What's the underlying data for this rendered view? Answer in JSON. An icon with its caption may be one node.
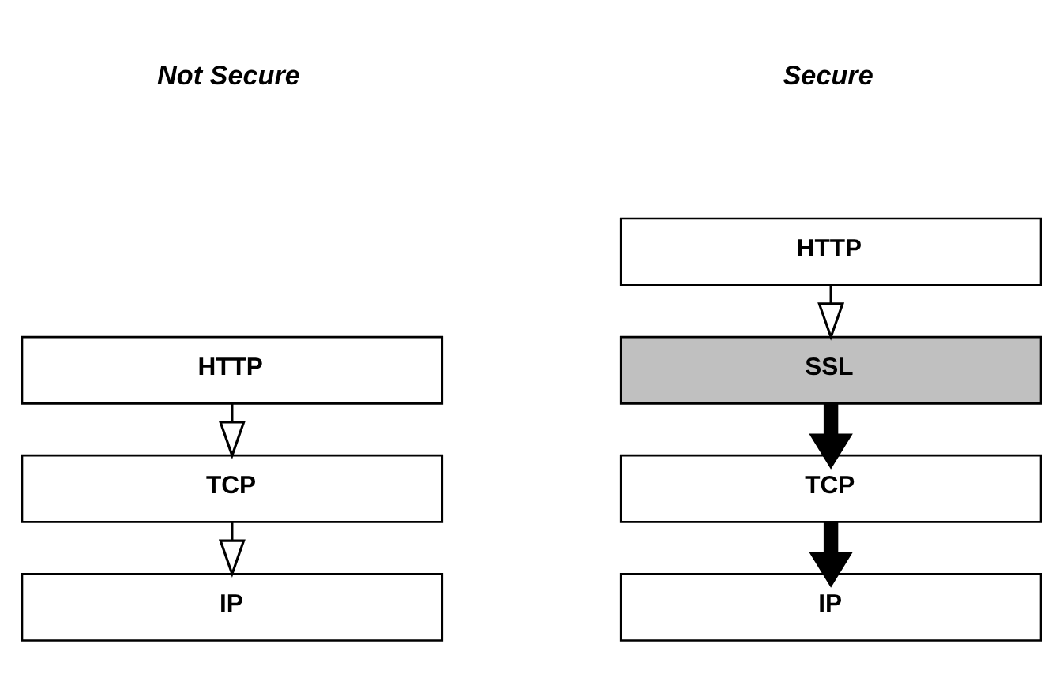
{
  "diagram": {
    "nodes": [
      {
        "text": [
          "HTTP"
        ]
      },
      {
        "text": [
          "TCP"
        ]
      },
      {
        "text": [
          "IP"
        ]
      },
      {
        "text": [
          "HTTP"
        ]
      },
      {
        "text": [
          "SSL"
        ]
      },
      {
        "text": [
          "TCP"
        ]
      },
      {
        "text": [
          "IP"
        ]
      }
    ],
    "edges": [
      {
        "from": 0,
        "to": 1,
        "arrow": "to"
      },
      {
        "from": 1,
        "to": 2,
        "arrow": "to"
      },
      {
        "from": 3,
        "to": 4,
        "arrow": "to"
      },
      {
        "from": 4,
        "to": 5,
        "arrow": "to",
        "style": "thick"
      },
      {
        "from": 5,
        "to": 6,
        "arrow": "to",
        "style": "thick"
      }
    ],
    "labels": [
      "Not Secure",
      "Secure"
    ]
  }
}
